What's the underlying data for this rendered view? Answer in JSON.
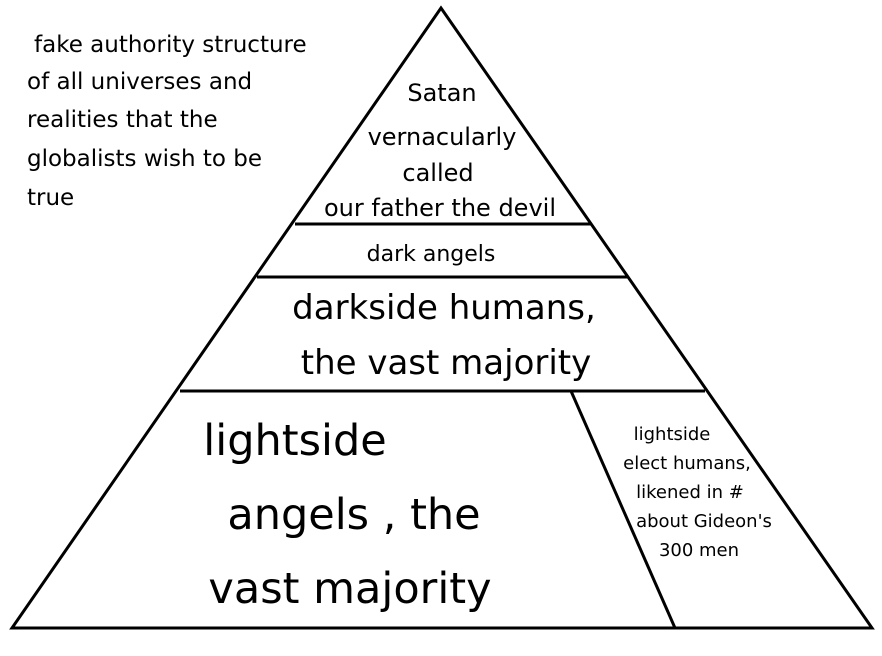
{
  "caption": {
    "lines": [
      "fake authority structure",
      "of all universes and",
      "realities that the",
      "globalists wish to be",
      "true"
    ]
  },
  "tiers": {
    "top": {
      "lines": [
        "Satan",
        "vernacularly",
        "called",
        "our father the devil"
      ]
    },
    "second": {
      "lines": [
        "dark angels"
      ]
    },
    "third": {
      "lines": [
        "darkside humans,",
        "the vast majority"
      ]
    },
    "bottom_left": {
      "lines": [
        "lightside",
        "angels , the",
        "vast majority"
      ]
    },
    "bottom_right": {
      "lines": [
        "lightside",
        "elect humans,",
        "likened in #",
        "about Gideon's",
        "300 men"
      ]
    }
  },
  "colors": {
    "stroke": "#000000",
    "background": "#ffffff"
  }
}
